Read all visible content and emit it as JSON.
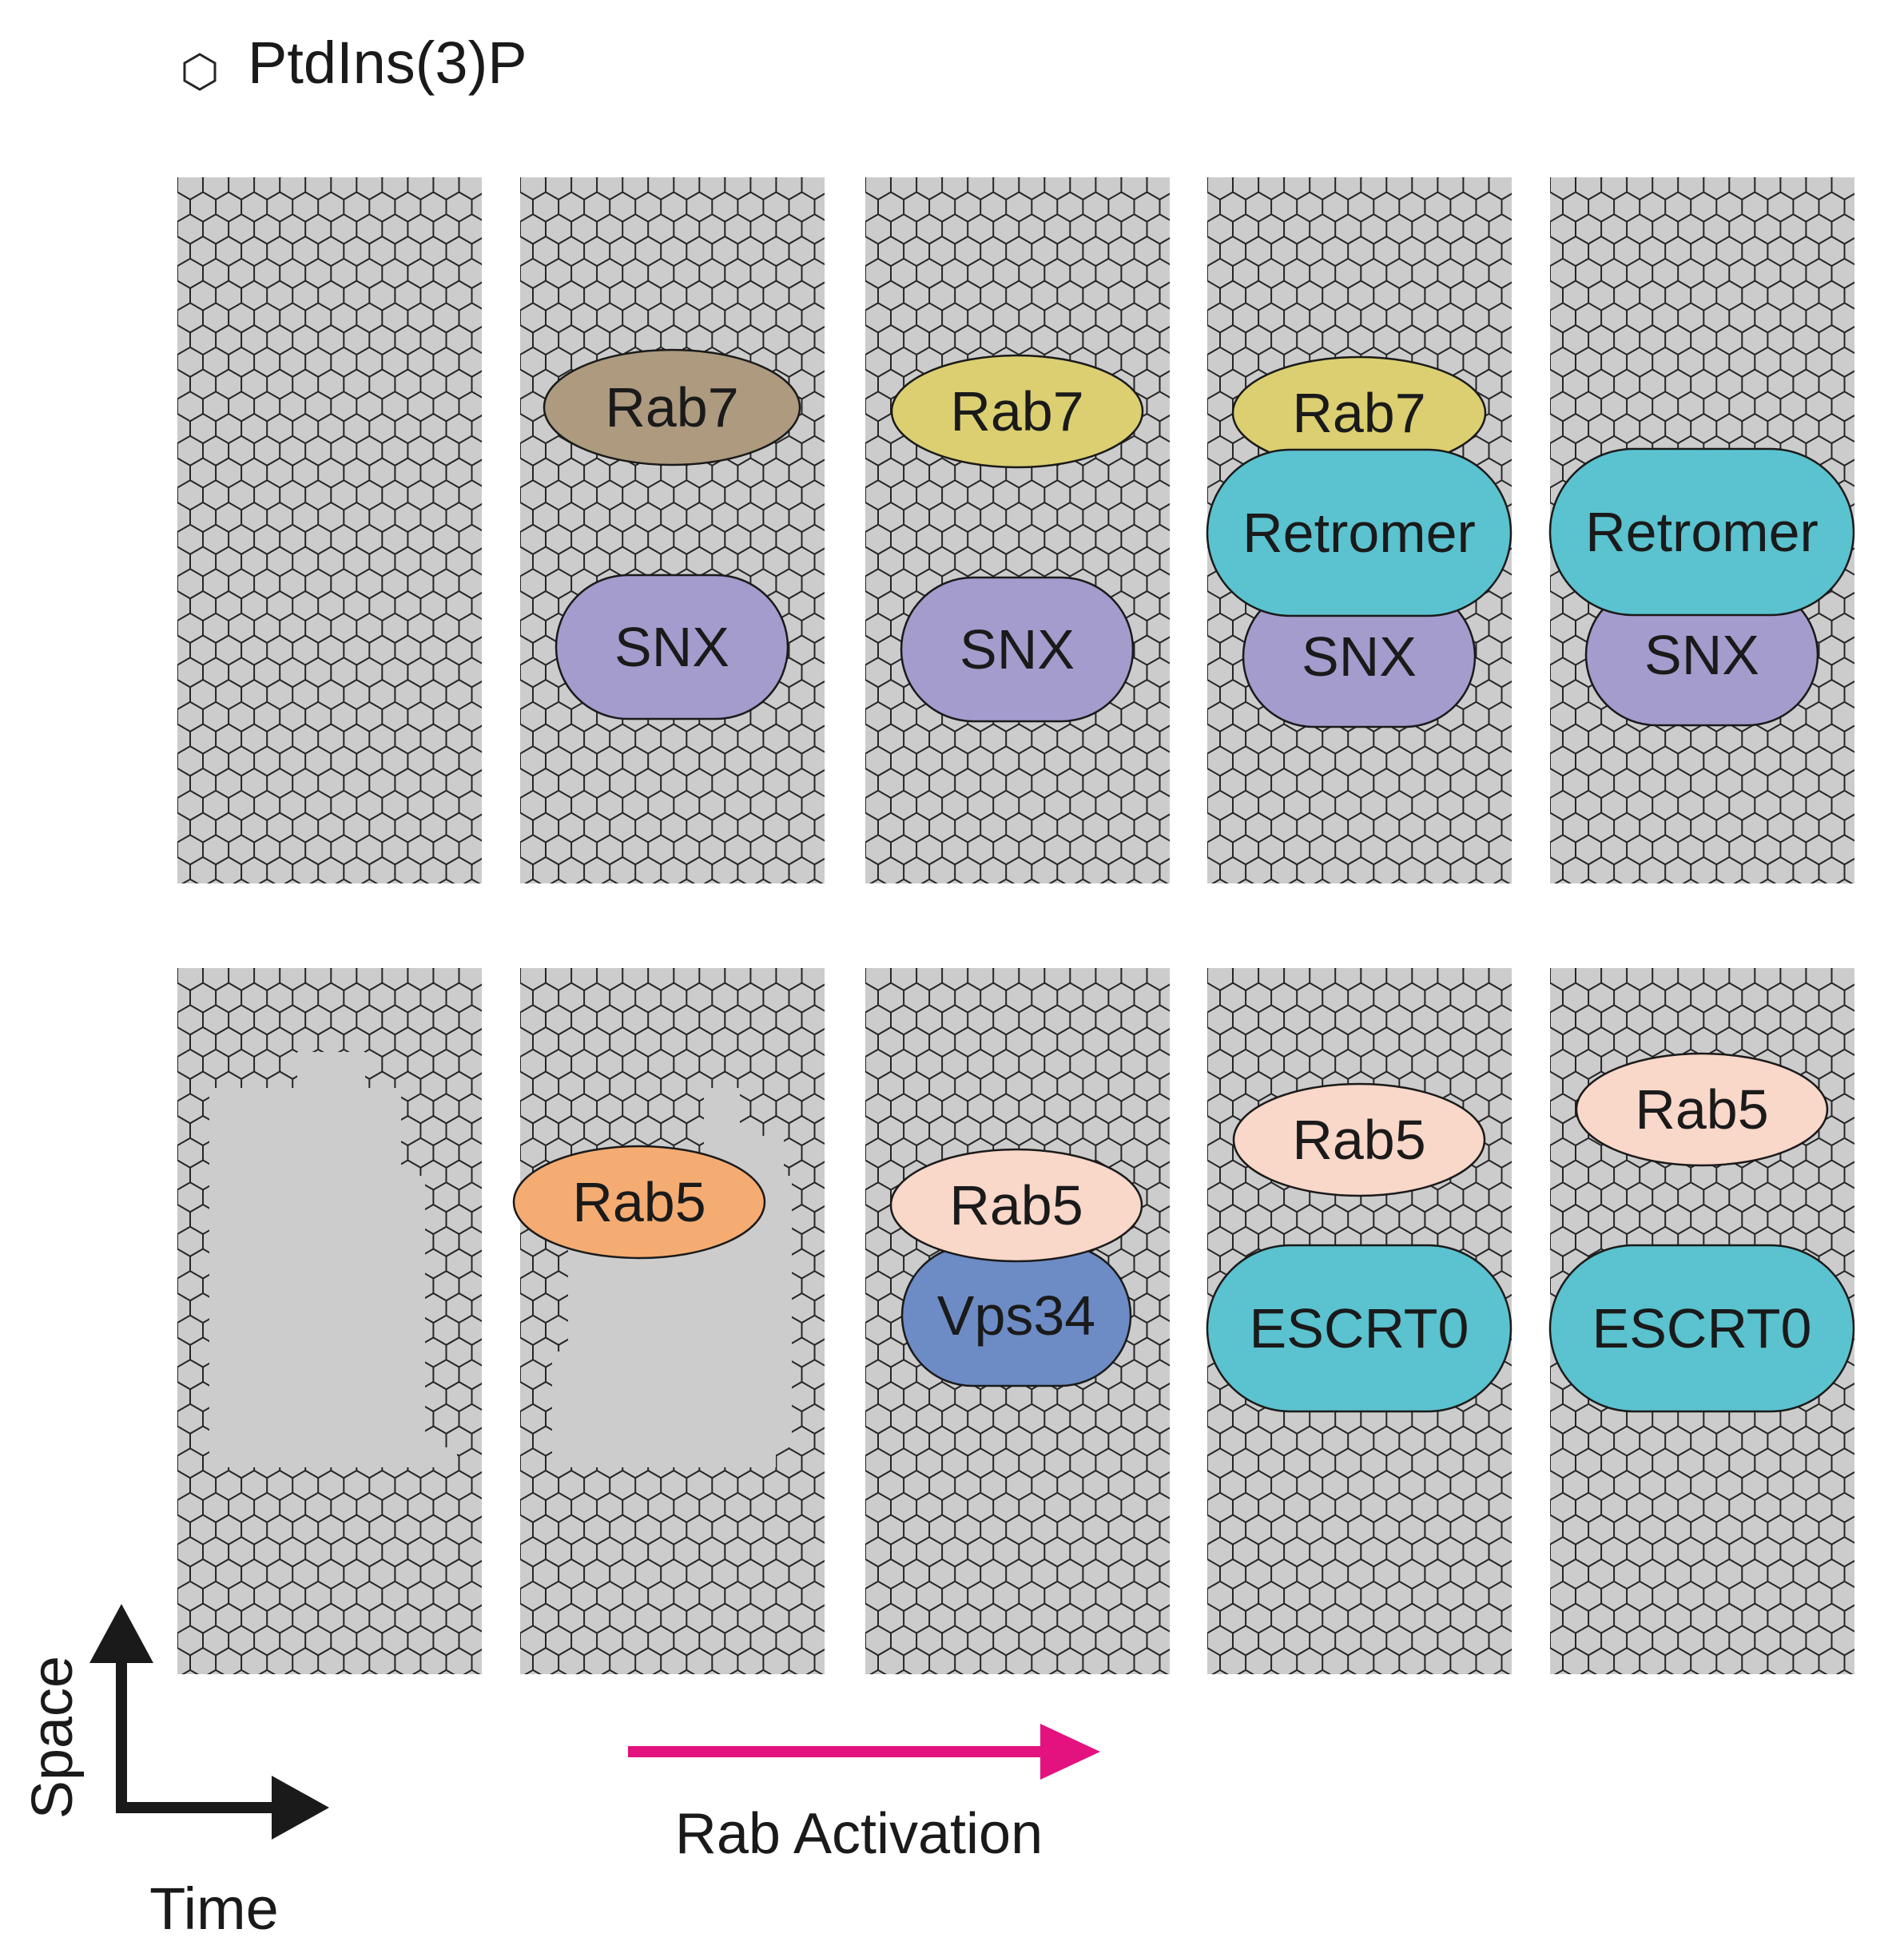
{
  "legend": {
    "symbol": "hexagon-icon",
    "label": "PtdIns(3)P"
  },
  "colors": {
    "panel_bg": "#cccccc",
    "hex_stroke": "#262626",
    "rab7_brown": "#ad9a7f",
    "rab7_yellow": "#dbcf71",
    "snx": "#a49ccd",
    "retromer": "#5bc2cf",
    "escrt0": "#5bc2cf",
    "rab5_orange": "#f4ac72",
    "rab5_pale": "#f9d7c9",
    "vps34": "#6d8cc6",
    "activation_arrow": "#e3127e",
    "axis_arrow": "#1a1a1a"
  },
  "rows": [
    {
      "panels": [
        {
          "proteins": []
        },
        {
          "proteins": [
            {
              "label": "Rab7",
              "kind": "rab7",
              "color": "rab7_brown",
              "shape": "ellipse"
            },
            {
              "label": "SNX",
              "kind": "snx",
              "color": "snx",
              "shape": "pill"
            }
          ]
        },
        {
          "proteins": [
            {
              "label": "Rab7",
              "kind": "rab7",
              "color": "rab7_yellow",
              "shape": "ellipse"
            },
            {
              "label": "SNX",
              "kind": "snx",
              "color": "snx",
              "shape": "pill"
            }
          ]
        },
        {
          "proteins": [
            {
              "label": "Rab7",
              "kind": "rab7",
              "color": "rab7_yellow",
              "shape": "ellipse"
            },
            {
              "label": "SNX",
              "kind": "snx",
              "color": "snx",
              "shape": "pill"
            },
            {
              "label": "Retromer",
              "kind": "retromer",
              "color": "retromer",
              "shape": "pill"
            }
          ]
        },
        {
          "proteins": [
            {
              "label": "SNX",
              "kind": "snx",
              "color": "snx",
              "shape": "pill"
            },
            {
              "label": "Retromer",
              "kind": "retromer",
              "color": "retromer",
              "shape": "pill"
            }
          ]
        }
      ]
    },
    {
      "panels": [
        {
          "proteins": []
        },
        {
          "proteins": [
            {
              "label": "Rab5",
              "kind": "rab5",
              "color": "rab5_orange",
              "shape": "ellipse"
            }
          ]
        },
        {
          "proteins": [
            {
              "label": "Vps34",
              "kind": "vps34",
              "color": "vps34",
              "shape": "pill"
            },
            {
              "label": "Rab5",
              "kind": "rab5",
              "color": "rab5_pale",
              "shape": "ellipse"
            }
          ]
        },
        {
          "proteins": [
            {
              "label": "Rab5",
              "kind": "rab5",
              "color": "rab5_pale",
              "shape": "ellipse"
            },
            {
              "label": "ESCRT0",
              "kind": "escrt0",
              "color": "escrt0",
              "shape": "pill"
            }
          ]
        },
        {
          "proteins": [
            {
              "label": "Rab5",
              "kind": "rab5",
              "color": "rab5_pale",
              "shape": "ellipse"
            },
            {
              "label": "ESCRT0",
              "kind": "escrt0",
              "color": "escrt0",
              "shape": "pill"
            }
          ]
        }
      ]
    }
  ],
  "axes": {
    "y_label": "Space",
    "x_label": "Time"
  },
  "activation": {
    "label": "Rab Activation"
  }
}
